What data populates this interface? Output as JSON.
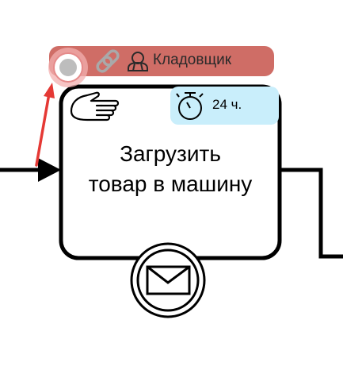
{
  "task": {
    "title_line1": "Загрузить",
    "title_line2": "товар в машину"
  },
  "performer": {
    "role": "Кладовщик",
    "icons": [
      "link-icon",
      "user-icon"
    ],
    "pill_color": "#cf6d66"
  },
  "timer": {
    "duration": "24 ч.",
    "icon": "stopwatch-icon",
    "pill_color": "#c9eefb"
  },
  "task_type_icon": "manual-hand-icon",
  "boundary_event_icon": "message-envelope-icon",
  "connector_color": "#e53935"
}
